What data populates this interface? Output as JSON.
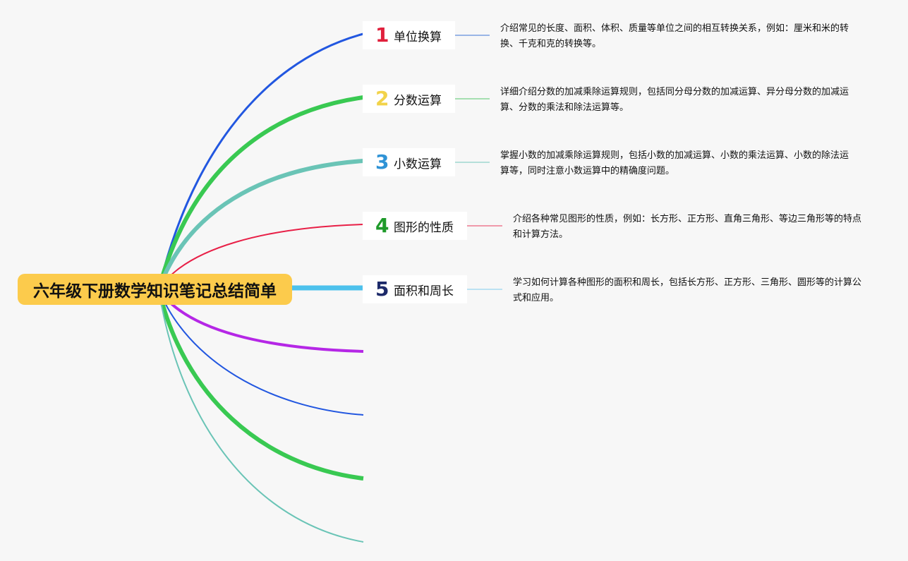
{
  "root": {
    "title": "六年级下册数学知识笔记总结简单",
    "color": "#fccb4c"
  },
  "branches": [
    {
      "number": "1",
      "label": "单位换算",
      "number_color": "#e0203c",
      "line_color": "#2257e0",
      "link_color": "#7a9fe0",
      "description": "介绍常见的长度、面积、体积、质量等单位之间的相互转换关系，例如：厘米和米的转换、千克和克的转换等。"
    },
    {
      "number": "2",
      "label": "分数运算",
      "number_color": "#f2d34a",
      "line_color": "#39c952",
      "link_color": "#8ad79a",
      "description": "详细介绍分数的加减乘除运算规则，包括同分母分数的加减运算、异分母分数的加减运算、分数的乘法和除法运算等。"
    },
    {
      "number": "3",
      "label": "小数运算",
      "number_color": "#2f93d6",
      "line_color": "#6ac4b6",
      "link_color": "#9fd7cf",
      "description": "掌握小数的加减乘除运算规则，包括小数的加减运算、小数的乘法运算、小数的除法运算等，同时注意小数运算中的精确度问题。"
    },
    {
      "number": "4",
      "label": "图形的性质",
      "number_color": "#1e9a2a",
      "line_color": "#e82047",
      "link_color": "#ee7a91",
      "description": "介绍各种常见图形的性质，例如：长方形、正方形、直角三角形、等边三角形等的特点和计算方法。"
    },
    {
      "number": "5",
      "label": "面积和周长",
      "number_color": "#1d2a6a",
      "line_color": "#4dc1ec",
      "link_color": "#a7dcf0",
      "description": "学习如何计算各种图形的面积和周长，包括长方形、正方形、三角形、圆形等的计算公式和应用。"
    }
  ],
  "empty_branches": [
    {
      "line_color": "#b527e6"
    },
    {
      "line_color": "#2257e0"
    },
    {
      "line_color": "#39c952"
    },
    {
      "line_color": "#6ac4b6"
    }
  ]
}
